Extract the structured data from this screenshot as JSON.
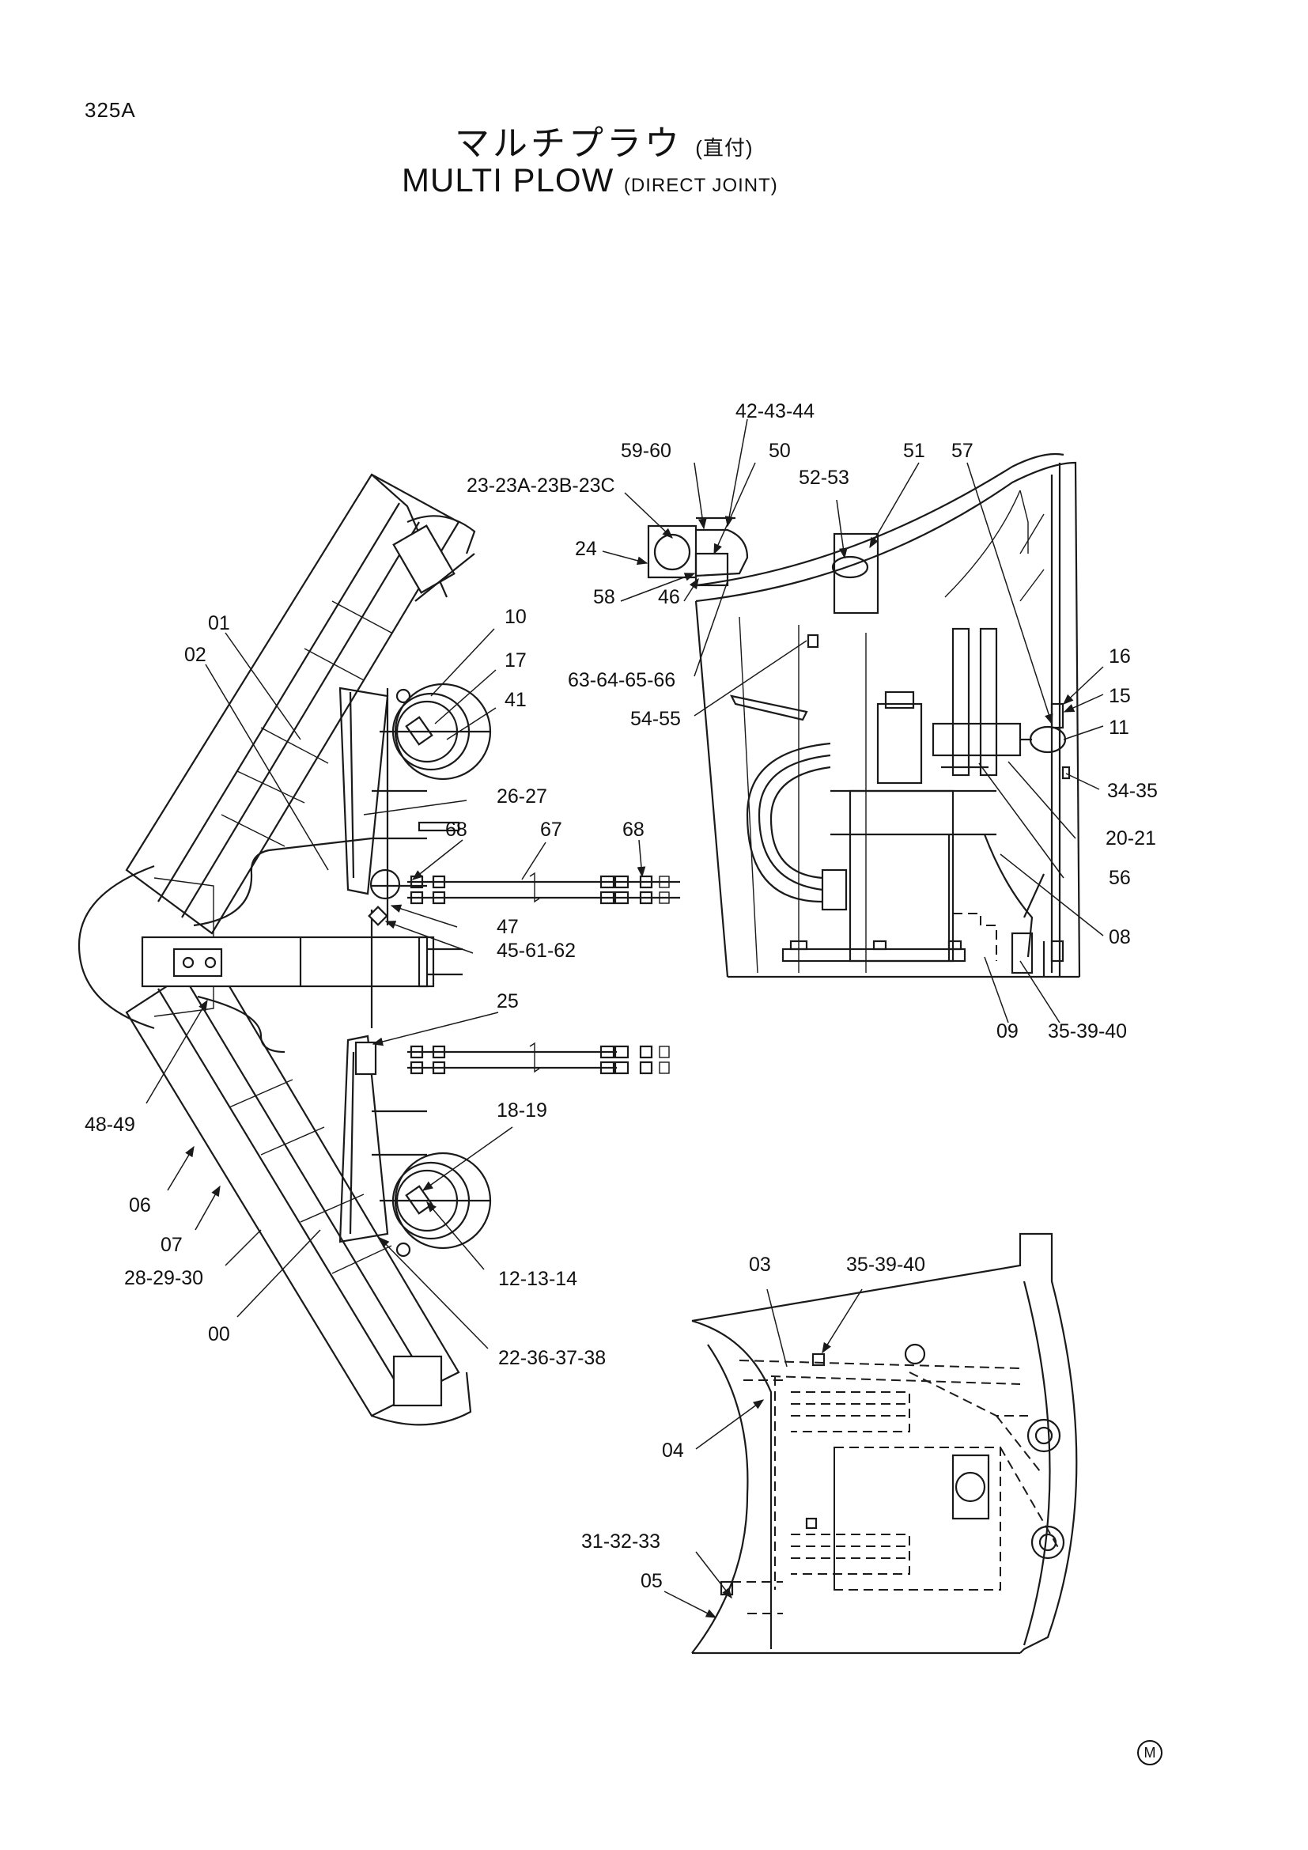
{
  "header": {
    "page_id": "325A",
    "title_jp": "マルチプラウ",
    "title_jp_sub": "(直付)",
    "title_en": "MULTI PLOW",
    "title_en_sub": "(DIRECT JOINT)"
  },
  "callouts": {
    "c_42_43_44": "42-43-44",
    "c_59_60": "59-60",
    "c_50": "50",
    "c_51": "51",
    "c_57": "57",
    "c_52_53": "52-53",
    "c_23": "23-23A-23B-23C",
    "c_24": "24",
    "c_58": "58",
    "c_46": "46",
    "c_63_66": "63-64-65-66",
    "c_54_55": "54-55",
    "c_16": "16",
    "c_15": "15",
    "c_11": "11",
    "c_34_35": "34-35",
    "c_20_21": "20-21",
    "c_56": "56",
    "c_08": "08",
    "c_09": "09",
    "c_35_39_40_a": "35-39-40",
    "c_01": "01",
    "c_02": "02",
    "c_10": "10",
    "c_17": "17",
    "c_41": "41",
    "c_26_27": "26-27",
    "c_68_a": "68",
    "c_67": "67",
    "c_68_b": "68",
    "c_47": "47",
    "c_45_61_62": "45-61-62",
    "c_25": "25",
    "c_48_49": "48-49",
    "c_18_19": "18-19",
    "c_06": "06",
    "c_07": "07",
    "c_28_29_30": "28-29-30",
    "c_00": "00",
    "c_12_13_14": "12-13-14",
    "c_22_36_37_38": "22-36-37-38",
    "c_03": "03",
    "c_35_39_40_b": "35-39-40",
    "c_04": "04",
    "c_31_32_33": "31-32-33",
    "c_05": "05"
  },
  "footer": {
    "mark": "M"
  }
}
